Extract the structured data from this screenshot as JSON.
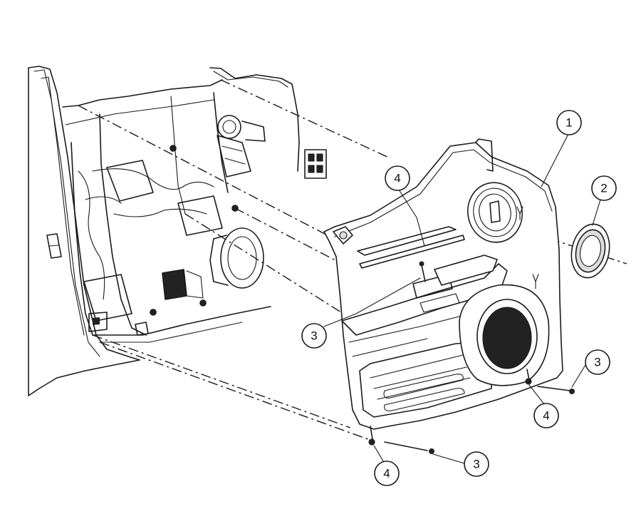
{
  "callouts": {
    "c1": "1",
    "c2": "2",
    "c3a": "3",
    "c3b": "3",
    "c3c": "3",
    "c4a": "4",
    "c4b": "4",
    "c4c": "4"
  }
}
